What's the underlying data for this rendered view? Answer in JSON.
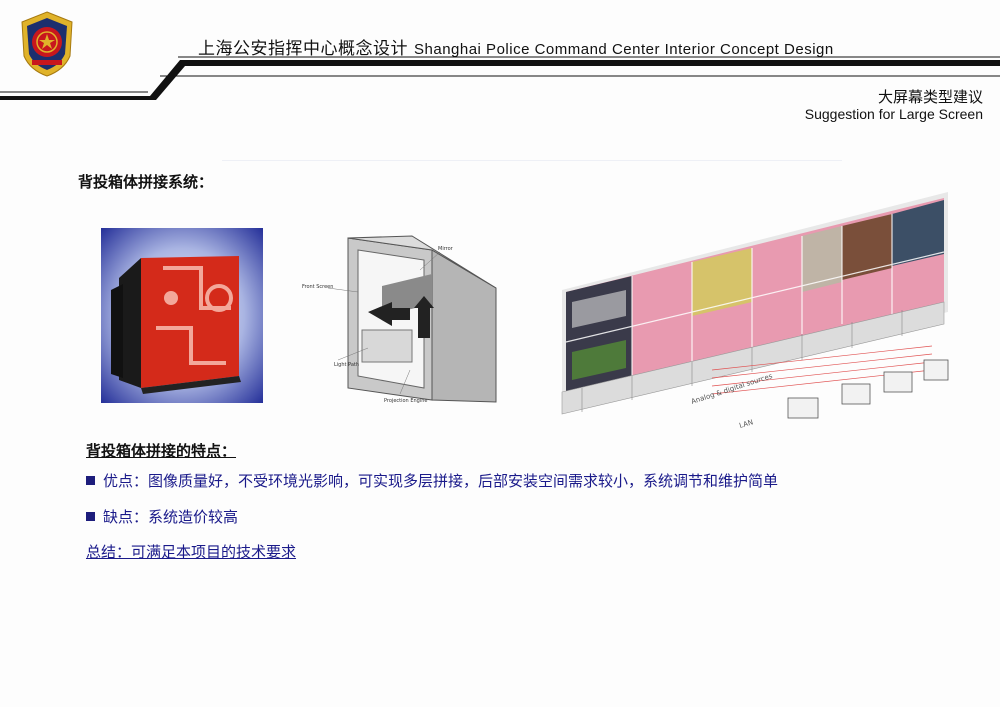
{
  "header": {
    "title_cn": "上海公安指挥中心概念设计",
    "title_en": "Shanghai Police Command Center Interior Concept Design"
  },
  "section": {
    "title_cn": "大屏幕类型建议",
    "title_en": "Suggestion for Large Screen"
  },
  "content": {
    "heading1": "背投箱体拼接系统：",
    "heading2": "背投箱体拼接的特点：",
    "bullets": [
      "优点：图像质量好，不受环境光影响，可实现多层拼接，后部安装空间需求较小，系统调节和维护简单",
      "缺点：系统造价较高"
    ],
    "summary": "总结：可满足本项目的技术要求"
  },
  "diagram_labels": {
    "mirror": "Mirror",
    "front_screen": "Front Screen",
    "light_path": "Light Path",
    "projection_engine": "Projection Engine",
    "sources": "Analog & digital sources",
    "lan": "LAN"
  },
  "icons": {
    "emblem": "police-emblem-icon"
  },
  "colors": {
    "bullet_text": "#1a1a8a",
    "emblem_red": "#c8171d",
    "emblem_gold": "#e0b32a"
  }
}
